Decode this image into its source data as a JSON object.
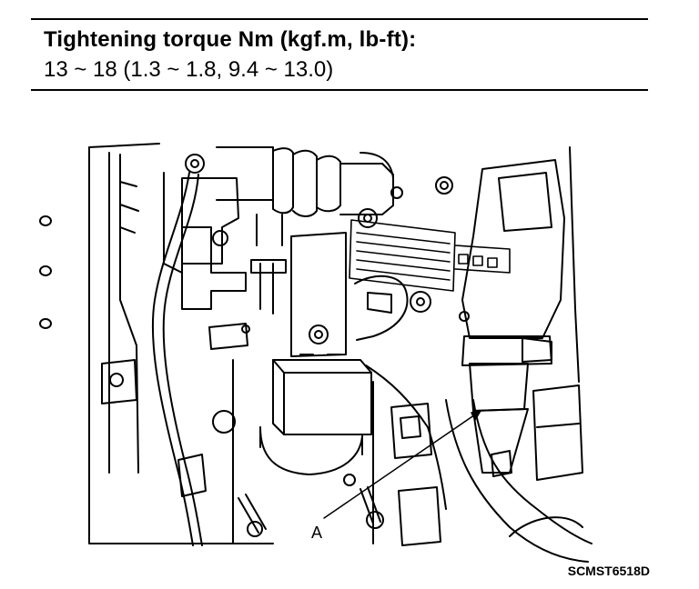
{
  "spec": {
    "title": "Tightening torque Nm (kgf.m, lb-ft):",
    "value": "13 ~ 18 (1.3 ~ 1.8, 9.4 ~ 13.0)"
  },
  "diagram": {
    "callout_label": "A"
  },
  "figure_code": "SCMST6518D"
}
